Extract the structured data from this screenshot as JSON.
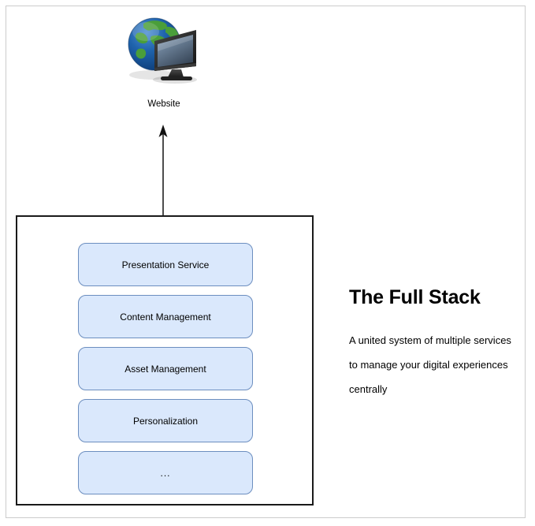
{
  "diagram": {
    "node": {
      "icon_name": "website-globe-monitor-icon",
      "label": "Website"
    },
    "connector": {
      "icon_name": "arrow-up-icon"
    },
    "stack": {
      "services": [
        {
          "label": "Presentation Service"
        },
        {
          "label": "Content Management"
        },
        {
          "label": "Asset Management"
        },
        {
          "label": "Personalization"
        },
        {
          "label": "..."
        }
      ]
    },
    "copy": {
      "title": "The Full Stack",
      "body": "A united system of multiple services to manage your digital experiences centrally"
    },
    "colors": {
      "service_fill": "#dae8fc",
      "service_stroke": "#6c8ebf",
      "container_stroke": "#1a1a1a",
      "page_frame": "#cccccc",
      "globe_ocean": "#1a5fa8",
      "globe_land": "#4a9e3a",
      "monitor_bezel": "#2b2b2b",
      "text": "#000000"
    }
  }
}
